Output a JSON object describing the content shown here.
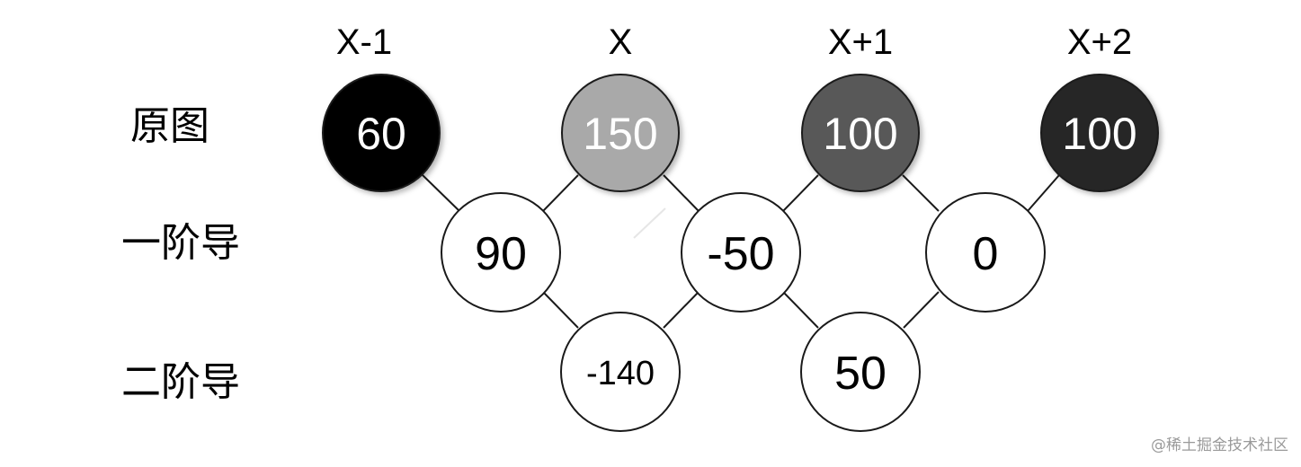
{
  "columns": [
    "X-1",
    "X",
    "X+1",
    "X+2"
  ],
  "rows": [
    {
      "label": "原图"
    },
    {
      "label": "一阶导"
    },
    {
      "label": "二阶导"
    }
  ],
  "original_nodes": [
    {
      "value": "60",
      "fill": "#000000",
      "text_color": "#ffffff"
    },
    {
      "value": "150",
      "fill": "#a9a9a9",
      "text_color": "#ffffff"
    },
    {
      "value": "100",
      "fill": "#595959",
      "text_color": "#ffffff"
    },
    {
      "value": "100",
      "fill": "#262626",
      "text_color": "#ffffff"
    }
  ],
  "first_derivative_nodes": [
    {
      "value": "90",
      "fill": "#ffffff",
      "text_color": "#000000"
    },
    {
      "value": "-50",
      "fill": "#ffffff",
      "text_color": "#000000"
    },
    {
      "value": "0",
      "fill": "#ffffff",
      "text_color": "#000000"
    }
  ],
  "second_derivative_nodes": [
    {
      "value": "-140",
      "fill": "#ffffff",
      "text_color": "#000000"
    },
    {
      "value": "50",
      "fill": "#ffffff",
      "text_color": "#000000"
    }
  ],
  "watermark": "@稀土掘金技术社区"
}
